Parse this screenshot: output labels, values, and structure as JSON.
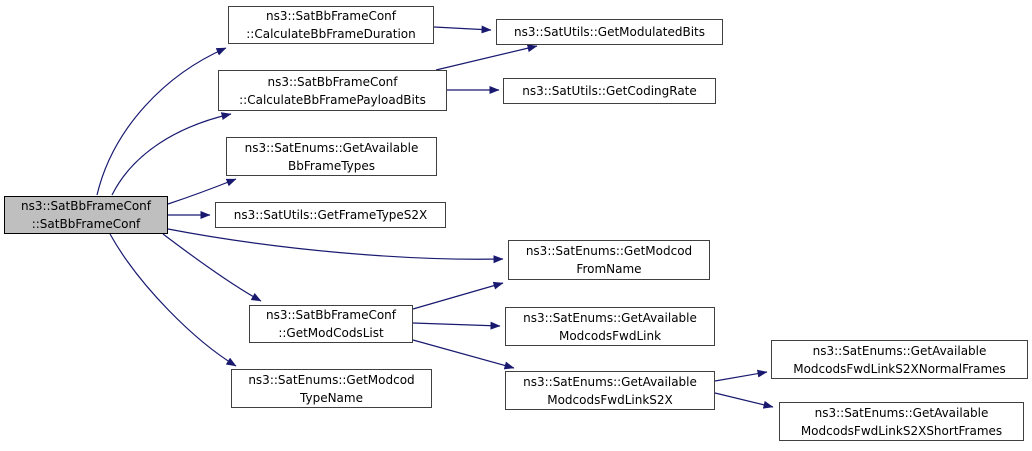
{
  "diagram": {
    "kind": "call-graph",
    "colors": {
      "background": "#ffffff",
      "edge": "#191970",
      "node_fill": "#ffffff",
      "node_border": "#404040",
      "focus_node_fill": "#bfbfbf",
      "text": "#000000"
    }
  },
  "nodes": [
    {
      "id": "satbbframeconf",
      "lines": [
        "ns3::SatBbFrameConf",
        "::SatBbFrameConf"
      ],
      "focus": true
    },
    {
      "id": "calc_duration",
      "lines": [
        "ns3::SatBbFrameConf",
        "::CalculateBbFrameDuration"
      ]
    },
    {
      "id": "calc_payload",
      "lines": [
        "ns3::SatBbFrameConf",
        "::CalculateBbFramePayloadBits"
      ]
    },
    {
      "id": "avail_bbframetypes",
      "lines": [
        "ns3::SatEnums::GetAvailable",
        "BbFrameTypes"
      ]
    },
    {
      "id": "frametype_s2x",
      "lines": [
        "ns3::SatUtils::GetFrameTypeS2X"
      ]
    },
    {
      "id": "modcodslist",
      "lines": [
        "ns3::SatBbFrameConf",
        "::GetModCodsList"
      ]
    },
    {
      "id": "modcod_typename",
      "lines": [
        "ns3::SatEnums::GetModcod",
        "TypeName"
      ]
    },
    {
      "id": "modulated_bits",
      "lines": [
        "ns3::SatUtils::GetModulatedBits"
      ]
    },
    {
      "id": "coding_rate",
      "lines": [
        "ns3::SatUtils::GetCodingRate"
      ]
    },
    {
      "id": "modcod_fromname",
      "lines": [
        "ns3::SatEnums::GetModcod",
        "FromName"
      ]
    },
    {
      "id": "avail_fwdlink",
      "lines": [
        "ns3::SatEnums::GetAvailable",
        "ModcodsFwdLink"
      ]
    },
    {
      "id": "avail_fwdlink_s2x",
      "lines": [
        "ns3::SatEnums::GetAvailable",
        "ModcodsFwdLinkS2X"
      ]
    },
    {
      "id": "s2x_normal_frames",
      "lines": [
        "ns3::SatEnums::GetAvailable",
        "ModcodsFwdLinkS2XNormalFrames"
      ]
    },
    {
      "id": "s2x_short_frames",
      "lines": [
        "ns3::SatEnums::GetAvailable",
        "ModcodsFwdLinkS2XShortFrames"
      ]
    }
  ],
  "edges": [
    {
      "from": "satbbframeconf",
      "to": "calc_duration"
    },
    {
      "from": "satbbframeconf",
      "to": "calc_payload"
    },
    {
      "from": "satbbframeconf",
      "to": "avail_bbframetypes"
    },
    {
      "from": "satbbframeconf",
      "to": "frametype_s2x"
    },
    {
      "from": "satbbframeconf",
      "to": "modcod_fromname"
    },
    {
      "from": "satbbframeconf",
      "to": "modcodslist"
    },
    {
      "from": "satbbframeconf",
      "to": "modcod_typename"
    },
    {
      "from": "calc_duration",
      "to": "modulated_bits"
    },
    {
      "from": "calc_payload",
      "to": "modulated_bits"
    },
    {
      "from": "calc_payload",
      "to": "coding_rate"
    },
    {
      "from": "modcodslist",
      "to": "modcod_fromname"
    },
    {
      "from": "modcodslist",
      "to": "avail_fwdlink"
    },
    {
      "from": "modcodslist",
      "to": "avail_fwdlink_s2x"
    },
    {
      "from": "avail_fwdlink_s2x",
      "to": "s2x_normal_frames"
    },
    {
      "from": "avail_fwdlink_s2x",
      "to": "s2x_short_frames"
    }
  ]
}
